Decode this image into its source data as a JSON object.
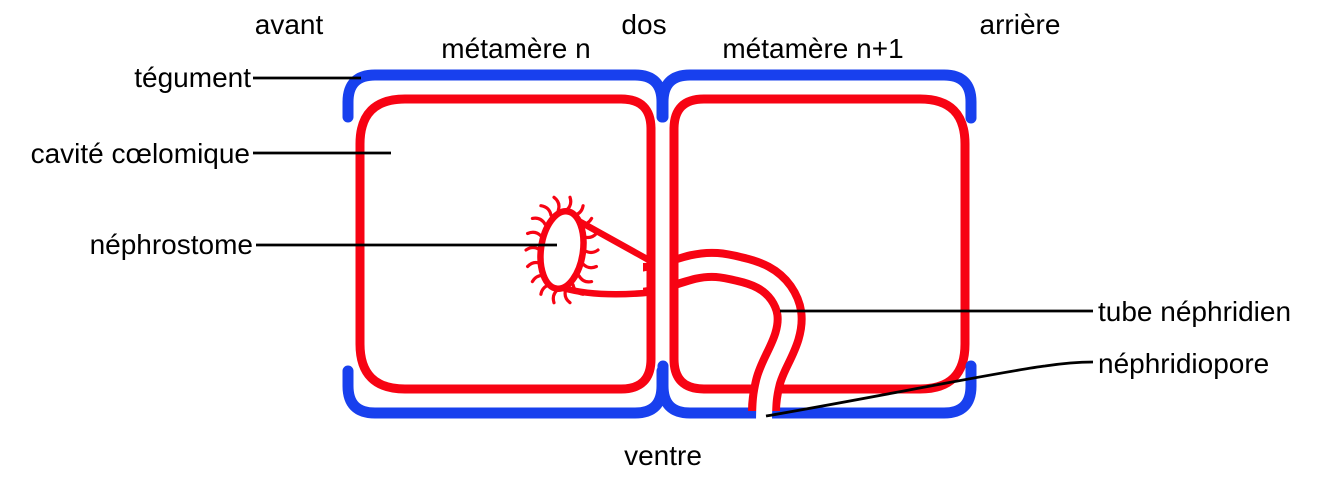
{
  "diagram": {
    "kind": "schéma anatomique",
    "subject": "métamères d'annélide et appareil néphridien"
  },
  "labels": {
    "avant": "avant",
    "dos": "dos",
    "arriere": "arrière",
    "metamere_n": "métamère n",
    "metamere_n1": "métamère n+1",
    "ventre": "ventre",
    "tegument": "tégument",
    "cavite_coelomique": "cavité cœlomique",
    "nephrostome": "néphrostome",
    "tube_nephridien": "tube néphridien",
    "nephridiopore": "néphridiopore"
  },
  "colors": {
    "tegument-blue": "#1840ee",
    "nephridium-red": "#f70313",
    "annotation-black": "#000000",
    "background": "#ffffff"
  }
}
